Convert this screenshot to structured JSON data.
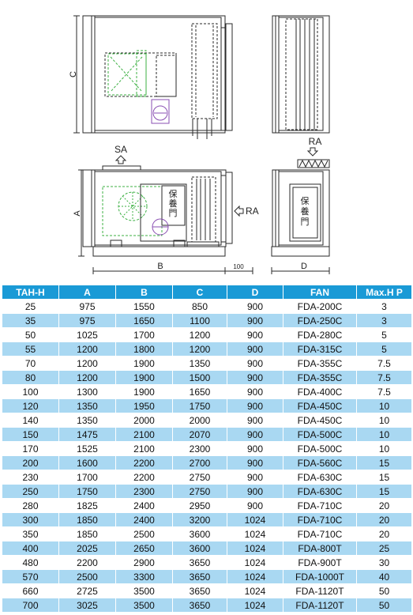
{
  "drawing": {
    "labels": {
      "dim_c": "C",
      "dim_a": "A",
      "dim_b": "B",
      "dim_d": "D",
      "dim_100": "100",
      "sa": "SA",
      "ra_top": "RA",
      "ra_side": "RA",
      "panel_char_1": "保",
      "panel_char_2": "養",
      "panel_char_3": "門",
      "side_char_1": "保",
      "side_char_2": "養",
      "side_char_3": "門"
    },
    "colors": {
      "line": "#2a2a2a",
      "fan_green": "#3cb043",
      "motor_purple": "#8a4fb3"
    }
  },
  "table": {
    "header_color": "#1a9ad6",
    "stripe_color": "#a9d8f2",
    "headers": [
      "TAH-H",
      "A",
      "B",
      "C",
      "D",
      "FAN",
      "Max.H P"
    ],
    "rows": [
      [
        "25",
        "975",
        "1550",
        "850",
        "900",
        "FDA-200C",
        "3"
      ],
      [
        "35",
        "975",
        "1650",
        "1100",
        "900",
        "FDA-250C",
        "3"
      ],
      [
        "50",
        "1025",
        "1700",
        "1200",
        "900",
        "FDA-280C",
        "5"
      ],
      [
        "55",
        "1200",
        "1800",
        "1200",
        "900",
        "FDA-315C",
        "5"
      ],
      [
        "70",
        "1200",
        "1900",
        "1350",
        "900",
        "FDA-355C",
        "7.5"
      ],
      [
        "80",
        "1200",
        "1900",
        "1500",
        "900",
        "FDA-355C",
        "7.5"
      ],
      [
        "100",
        "1300",
        "1900",
        "1650",
        "900",
        "FDA-400C",
        "7.5"
      ],
      [
        "120",
        "1350",
        "1950",
        "1750",
        "900",
        "FDA-450C",
        "10"
      ],
      [
        "140",
        "1350",
        "2000",
        "2000",
        "900",
        "FDA-450C",
        "10"
      ],
      [
        "150",
        "1475",
        "2100",
        "2070",
        "900",
        "FDA-500C",
        "10"
      ],
      [
        "170",
        "1525",
        "2100",
        "2300",
        "900",
        "FDA-500C",
        "10"
      ],
      [
        "200",
        "1600",
        "2200",
        "2700",
        "900",
        "FDA-560C",
        "15"
      ],
      [
        "230",
        "1700",
        "2200",
        "2750",
        "900",
        "FDA-630C",
        "15"
      ],
      [
        "250",
        "1750",
        "2300",
        "2750",
        "900",
        "FDA-630C",
        "15"
      ],
      [
        "280",
        "1825",
        "2400",
        "2950",
        "900",
        "FDA-710C",
        "20"
      ],
      [
        "300",
        "1850",
        "2400",
        "3200",
        "1024",
        "FDA-710C",
        "20"
      ],
      [
        "350",
        "1850",
        "2500",
        "3600",
        "1024",
        "FDA-710C",
        "20"
      ],
      [
        "400",
        "2025",
        "2650",
        "3600",
        "1024",
        "FDA-800T",
        "25"
      ],
      [
        "480",
        "2200",
        "2900",
        "3650",
        "1024",
        "FDA-900T",
        "30"
      ],
      [
        "570",
        "2500",
        "3300",
        "3650",
        "1024",
        "FDA-1000T",
        "40"
      ],
      [
        "660",
        "2725",
        "3500",
        "3650",
        "1024",
        "FDA-1120T",
        "50"
      ],
      [
        "700",
        "3025",
        "3500",
        "3650",
        "1024",
        "FDA-1120T",
        "50"
      ]
    ]
  }
}
